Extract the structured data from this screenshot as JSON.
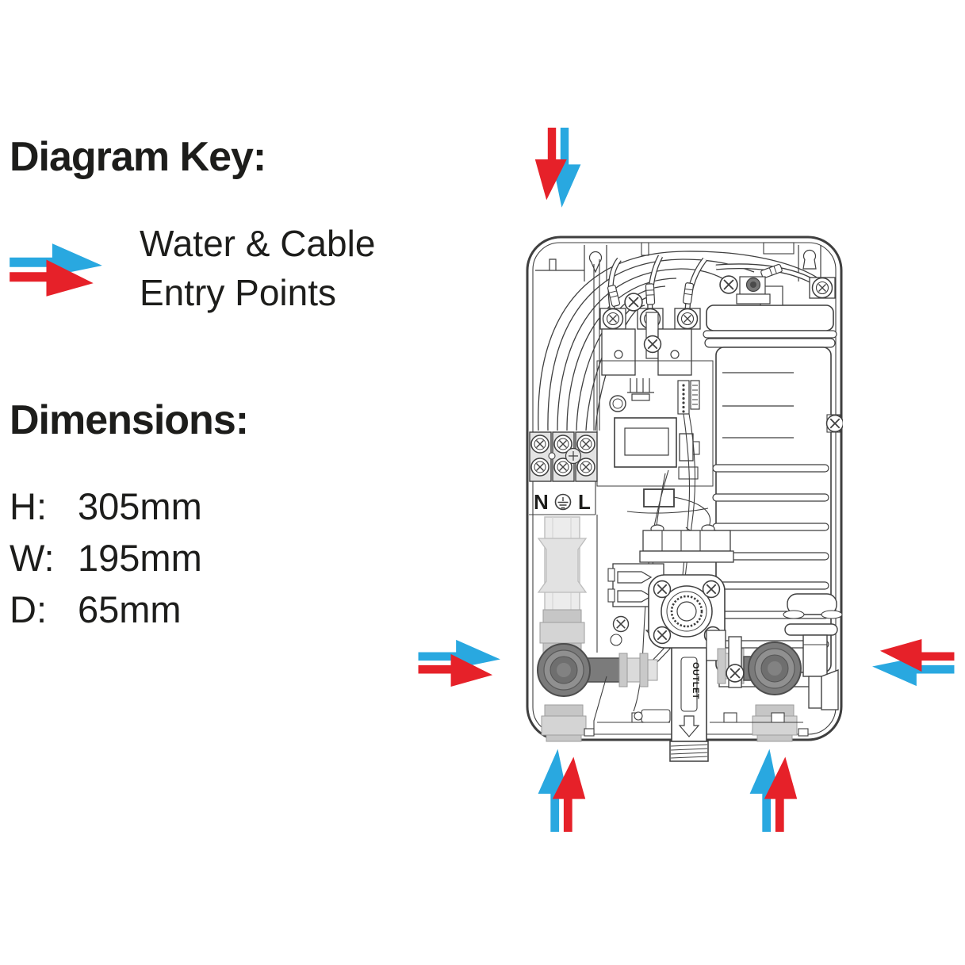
{
  "key": {
    "title": "Diagram Key:",
    "entry_line1": "Water & Cable",
    "entry_line2": "Entry Points"
  },
  "dimensions": {
    "title": "Dimensions:",
    "items": [
      {
        "label": "H:",
        "value": "305mm"
      },
      {
        "label": "W:",
        "value": "195mm"
      },
      {
        "label": "D:",
        "value": "65mm"
      }
    ]
  },
  "unit": {
    "terminal_neutral": "N",
    "terminal_live": "L",
    "earth_icon": "earth-ground-icon",
    "outlet_label": "OUTLET"
  },
  "entry_arrows": [
    {
      "position": "top",
      "direction": "down"
    },
    {
      "position": "left",
      "direction": "right"
    },
    {
      "position": "right",
      "direction": "left"
    },
    {
      "position": "bottom-left",
      "direction": "up"
    },
    {
      "position": "bottom-right",
      "direction": "up"
    }
  ],
  "colors": {
    "arrow_blue": "#29A8E0",
    "arrow_red": "#E62129",
    "line_art": "#3F3F3F",
    "text": "#1D1D1B"
  }
}
